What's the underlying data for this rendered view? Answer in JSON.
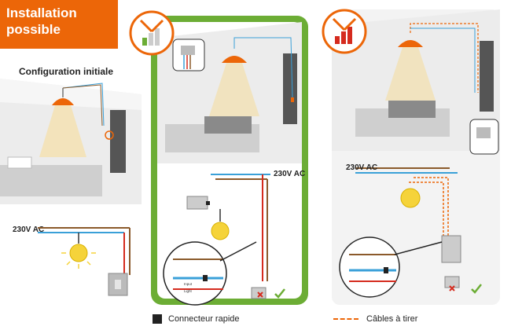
{
  "banner": {
    "title": "Installation possible"
  },
  "config": {
    "title": "Configuration initiale"
  },
  "voltage": {
    "left": "230V AC",
    "center": "230V AC",
    "right": "230V AC"
  },
  "zoom": {
    "input": "Input",
    "light": "Light"
  },
  "legend": {
    "connector": "Connecteur rapide",
    "cables": "Câbles à tirer"
  },
  "colors": {
    "orange": "#ec6608",
    "green": "#6cad35",
    "red": "#d52b1e",
    "blue": "#3aa0d8",
    "brown": "#8b5a2b"
  }
}
